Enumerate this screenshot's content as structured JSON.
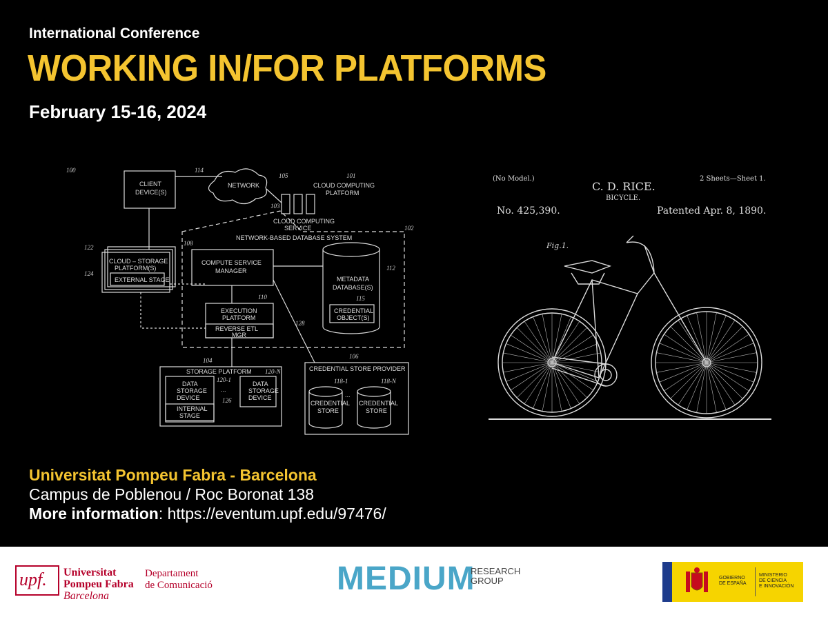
{
  "header": {
    "subtitle": "International Conference",
    "title": "WORKING IN/FOR PLATFORMS",
    "date": "February 15-16, 2024"
  },
  "venue": {
    "name": "Universitat Pompeu Fabra - Barcelona",
    "address": "Campus de Poblenou / Roc Boronat 138",
    "more_label": "More information",
    "more_url": ": https://eventum.upf.edu/97476/"
  },
  "diagram": {
    "ref_100": "100",
    "client": [
      "CLIENT",
      "DEVICE(S)"
    ],
    "ref_114": "114",
    "network": "NETWORK",
    "ref_105": "105",
    "ref_101": "101",
    "cloud_platform": [
      "CLOUD COMPUTING",
      "PLATFORM"
    ],
    "ref_103": "103",
    "cloud_service": [
      "CLOUD COMPUTING",
      "SERVICE"
    ],
    "ref_102": "102",
    "db_system": "NETWORK-BASED DATABASE SYSTEM",
    "ref_122": "122",
    "ref_124": "124",
    "cloud_storage": [
      "CLOUD – STORAGE",
      "PLATFORM(S)"
    ],
    "external_stage": "EXTERNAL STAGE",
    "ref_108": "108",
    "compute_manager": [
      "COMPUTE SERVICE",
      "MANAGER"
    ],
    "ref_112": "112",
    "metadata": [
      "METADATA",
      "DATABASE(S)"
    ],
    "ref_115": "115",
    "credential_object": [
      "CREDENTIAL",
      "OBJECT(S)"
    ],
    "ref_110": "110",
    "execution": [
      "EXECUTION",
      "PLATFORM",
      "REVERSE ETL",
      "MGR"
    ],
    "ref_128": "128",
    "ref_104": "104",
    "storage_platform": "STORAGE PLATFORM",
    "ref_120_1": "120-1",
    "ref_120_n": "120-N",
    "data_storage": [
      "DATA",
      "STORAGE",
      "DEVICE"
    ],
    "internal_stage": [
      "INTERNAL",
      "STAGE"
    ],
    "ref_126": "126",
    "ellipsis": "...",
    "ref_106": "106",
    "credential_provider": "CREDENTIAL STORE PROVIDER",
    "ref_118_1": "118-1",
    "ref_118_n": "118-N",
    "credential_store": [
      "CREDENTIAL",
      "STORE"
    ]
  },
  "patent": {
    "no_model": "(No Model.)",
    "sheets": "2 Sheets—Sheet 1.",
    "inventor": "C. D. RICE.",
    "subject": "BICYCLE.",
    "number": "No. 425,390.",
    "patented": "Patented Apr. 8, 1890.",
    "fig": "Fig.1."
  },
  "footer": {
    "upf_mark": "upf.",
    "upf_name": [
      "Universitat",
      "Pompeu Fabra",
      "Barcelona"
    ],
    "department": [
      "Departament",
      "de Comunicació"
    ],
    "medium": "MEDIUM",
    "medium_sub": [
      "RESEARCH",
      "GROUP"
    ],
    "gov_1": [
      "GOBIERNO",
      "DE ESPAÑA"
    ],
    "gov_2": [
      "MINISTERIO",
      "DE CIENCIA",
      "E INNOVACIÓN"
    ],
    "colors": {
      "accent": "#f4c430",
      "upf_red": "#b5002a",
      "medium_blue": "#4aa6c8"
    }
  }
}
